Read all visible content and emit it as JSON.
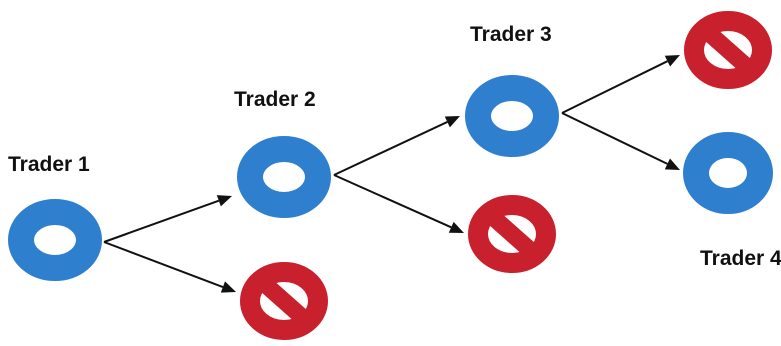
{
  "diagram": {
    "colors": {
      "trader_node": "#2f7fcf",
      "blocked_node": "#c8202c",
      "edge": "#111111",
      "label": "#111111"
    },
    "node_icons": {
      "trader": "blue-ring-icon",
      "blocked": "no-entry-icon"
    },
    "labels": {
      "trader1": "Trader 1",
      "trader2": "Trader 2",
      "trader3": "Trader 3",
      "trader4": "Trader 4"
    },
    "nodes": [
      {
        "id": "trader1",
        "kind": "trader"
      },
      {
        "id": "trader2",
        "kind": "trader"
      },
      {
        "id": "trader3",
        "kind": "trader"
      },
      {
        "id": "trader4",
        "kind": "trader"
      },
      {
        "id": "blocked1",
        "kind": "blocked"
      },
      {
        "id": "blocked2",
        "kind": "blocked"
      },
      {
        "id": "blocked3",
        "kind": "blocked"
      }
    ],
    "edges": [
      {
        "from": "trader1",
        "to": "trader2"
      },
      {
        "from": "trader1",
        "to": "blocked1"
      },
      {
        "from": "trader2",
        "to": "trader3"
      },
      {
        "from": "trader2",
        "to": "blocked2"
      },
      {
        "from": "trader3",
        "to": "blocked3"
      },
      {
        "from": "trader3",
        "to": "trader4"
      }
    ]
  }
}
